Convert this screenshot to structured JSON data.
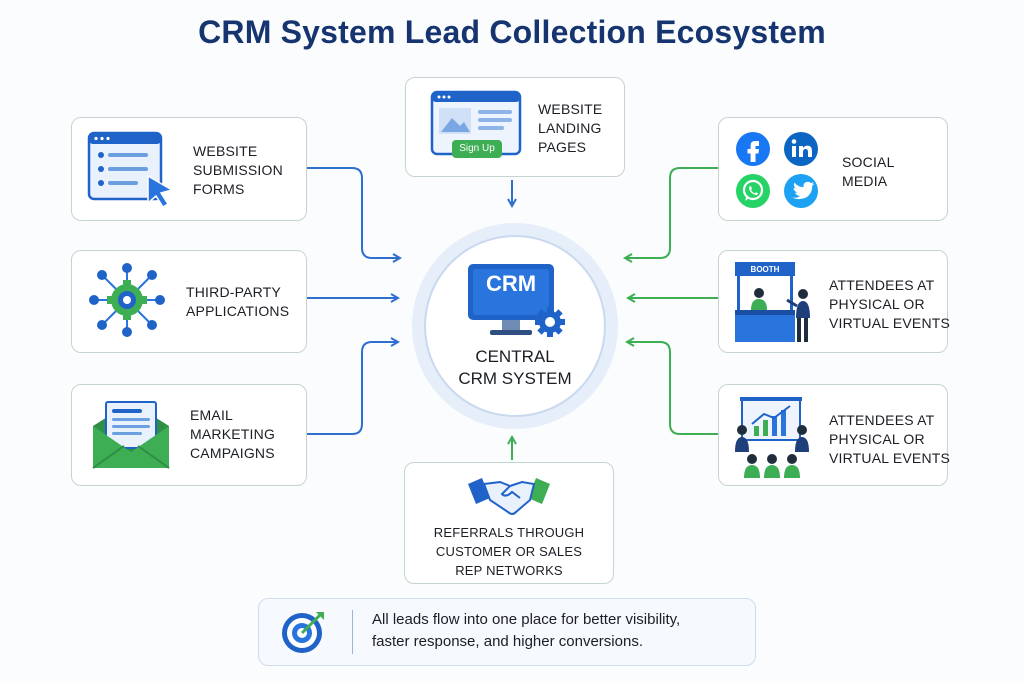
{
  "title": "CRM System Lead Collection Ecosystem",
  "hub": {
    "logo_text": "CRM",
    "label_line1": "CENTRAL",
    "label_line2": "CRM SYSTEM"
  },
  "sources": {
    "website_forms": [
      "WEBSITE",
      "SUBMISSION",
      "FORMS"
    ],
    "landing_pages": [
      "WEBSITE",
      "LANDING",
      "PAGES"
    ],
    "landing_button": "Sign Up",
    "third_party": [
      "THIRD-PARTY",
      "APPLICATIONS"
    ],
    "email": [
      "EMAIL",
      "MARKETING",
      "CAMPAIGNS"
    ],
    "social": [
      "SOCIAL",
      "MEDIA"
    ],
    "events_booth": [
      "ATTENDEES AT",
      "PHYSICAL OR",
      "VIRTUAL EVENTS"
    ],
    "booth_sign": "BOOTH",
    "events_presentation": [
      "ATTENDEES AT",
      "PHYSICAL OR",
      "VIRTUAL EVENTS"
    ],
    "referrals": [
      "REFERRALS THROUGH",
      "CUSTOMER OR SALES",
      "REP NETWORKS"
    ]
  },
  "footer": {
    "line1": "All leads flow into one place for better visibility,",
    "line2": "faster response, and higher conversions."
  },
  "colors": {
    "title": "#16346f",
    "blue_arrow": "#2f6fd0",
    "green_arrow": "#3dae54",
    "crm_blue": "#1f63c9",
    "facebook": "#1877f2",
    "linkedin": "#0a66c2",
    "whatsapp": "#25d366",
    "twitter": "#1da1f2"
  },
  "icons": [
    "form-cursor-icon",
    "browser-signup-icon",
    "gear-network-icon",
    "envelope-icon",
    "facebook-icon",
    "linkedin-icon",
    "whatsapp-icon",
    "twitter-icon",
    "booth-icon",
    "presentation-icon",
    "handshake-icon",
    "crm-monitor-icon",
    "target-icon"
  ]
}
